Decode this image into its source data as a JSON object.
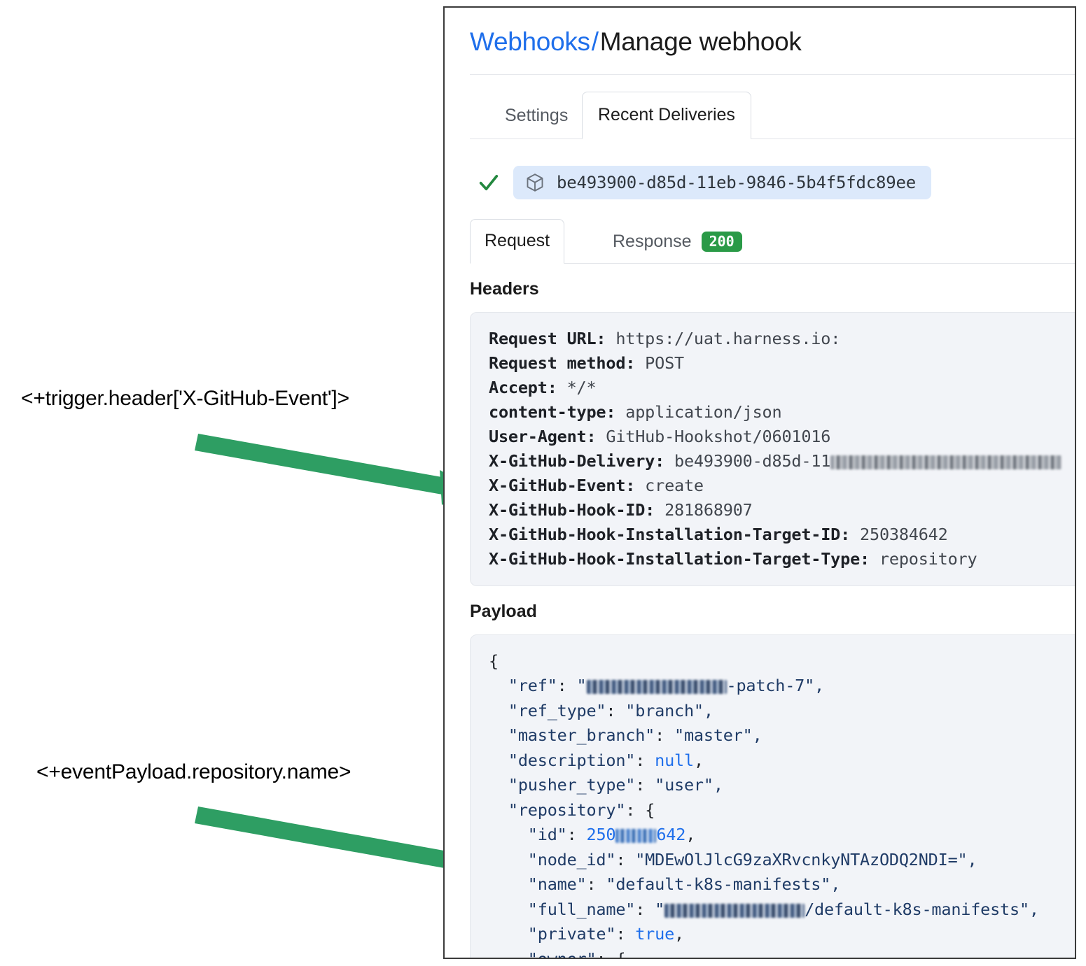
{
  "annotations": [
    {
      "text": "<+trigger.header['X-GitHub-Event']>"
    },
    {
      "text": "<+eventPayload.repository.name>"
    }
  ],
  "header": {
    "breadcrumb_link": "Webhooks",
    "breadcrumb_separator": "/",
    "breadcrumb_current": "Manage webhook"
  },
  "tabs": [
    {
      "label": "Settings",
      "active": false
    },
    {
      "label": "Recent Deliveries",
      "active": true
    }
  ],
  "delivery": {
    "status_icon": "check-icon",
    "package_icon": "cube-icon",
    "id": "be493900-d85d-11eb-9846-5b4f5fdc89ee"
  },
  "subtabs": [
    {
      "label": "Request",
      "active": true
    },
    {
      "label": "Response",
      "active": false,
      "status_code": "200",
      "status_color": "#2a9a47"
    }
  ],
  "sections": {
    "headers_heading": "Headers",
    "payload_heading": "Payload"
  },
  "headers": [
    {
      "key": "Request URL:",
      "value": "https://uat.harness.io:"
    },
    {
      "key": "Request method:",
      "value": "POST"
    },
    {
      "key": "Accept:",
      "value": "*/*"
    },
    {
      "key": "content-type:",
      "value": "application/json"
    },
    {
      "key": "User-Agent:",
      "value": "GitHub-Hookshot/0601016"
    },
    {
      "key": "X-GitHub-Delivery:",
      "value": "be493900-d85d-11",
      "redacted_suffix": true
    },
    {
      "key": "X-GitHub-Event:",
      "value": "create"
    },
    {
      "key": "X-GitHub-Hook-ID:",
      "value": "281868907"
    },
    {
      "key": "X-GitHub-Hook-Installation-Target-ID:",
      "value": "250384642"
    },
    {
      "key": "X-GitHub-Hook-Installation-Target-Type:",
      "value": "repository"
    }
  ],
  "payload_lines": [
    {
      "indent": 0,
      "text": "{"
    },
    {
      "indent": 1,
      "key": "\"ref\"",
      "value_prefix": "\"",
      "redacted": "user",
      "value_suffix": "-patch-7\",",
      "type": "string"
    },
    {
      "indent": 1,
      "key": "\"ref_type\"",
      "value": "\"branch\",",
      "type": "string"
    },
    {
      "indent": 1,
      "key": "\"master_branch\"",
      "value": "\"master\",",
      "type": "string"
    },
    {
      "indent": 1,
      "key": "\"description\"",
      "value": "null",
      "suffix": ",",
      "type": "literal"
    },
    {
      "indent": 1,
      "key": "\"pusher_type\"",
      "value": "\"user\",",
      "type": "string"
    },
    {
      "indent": 1,
      "key": "\"repository\"",
      "value": "{",
      "type": "punct"
    },
    {
      "indent": 2,
      "key": "\"id\"",
      "value_prefix": "250",
      "redacted": "num",
      "value_suffix": "642",
      "suffix": ",",
      "type": "number"
    },
    {
      "indent": 2,
      "key": "\"node_id\"",
      "value": "\"MDEwOlJlcG9zaXRvcnkyNTAzODQ2NDI=\",",
      "type": "string"
    },
    {
      "indent": 2,
      "key": "\"name\"",
      "value": "\"default-k8s-manifests\",",
      "type": "string"
    },
    {
      "indent": 2,
      "key": "\"full_name\"",
      "value_prefix": "\"",
      "redacted": "user",
      "value_suffix": "/default-k8s-manifests\",",
      "type": "string"
    },
    {
      "indent": 2,
      "key": "\"private\"",
      "value": "true",
      "suffix": ",",
      "type": "literal"
    },
    {
      "indent": 2,
      "key": "\"owner\"",
      "value": "{",
      "type": "punct"
    }
  ],
  "colors": {
    "link": "#1f6feb",
    "accent_green": "#2a9a47",
    "annotation_arrow": "#2e9e63",
    "chip_background": "#dce9fb",
    "code_background": "#f2f4f8"
  }
}
